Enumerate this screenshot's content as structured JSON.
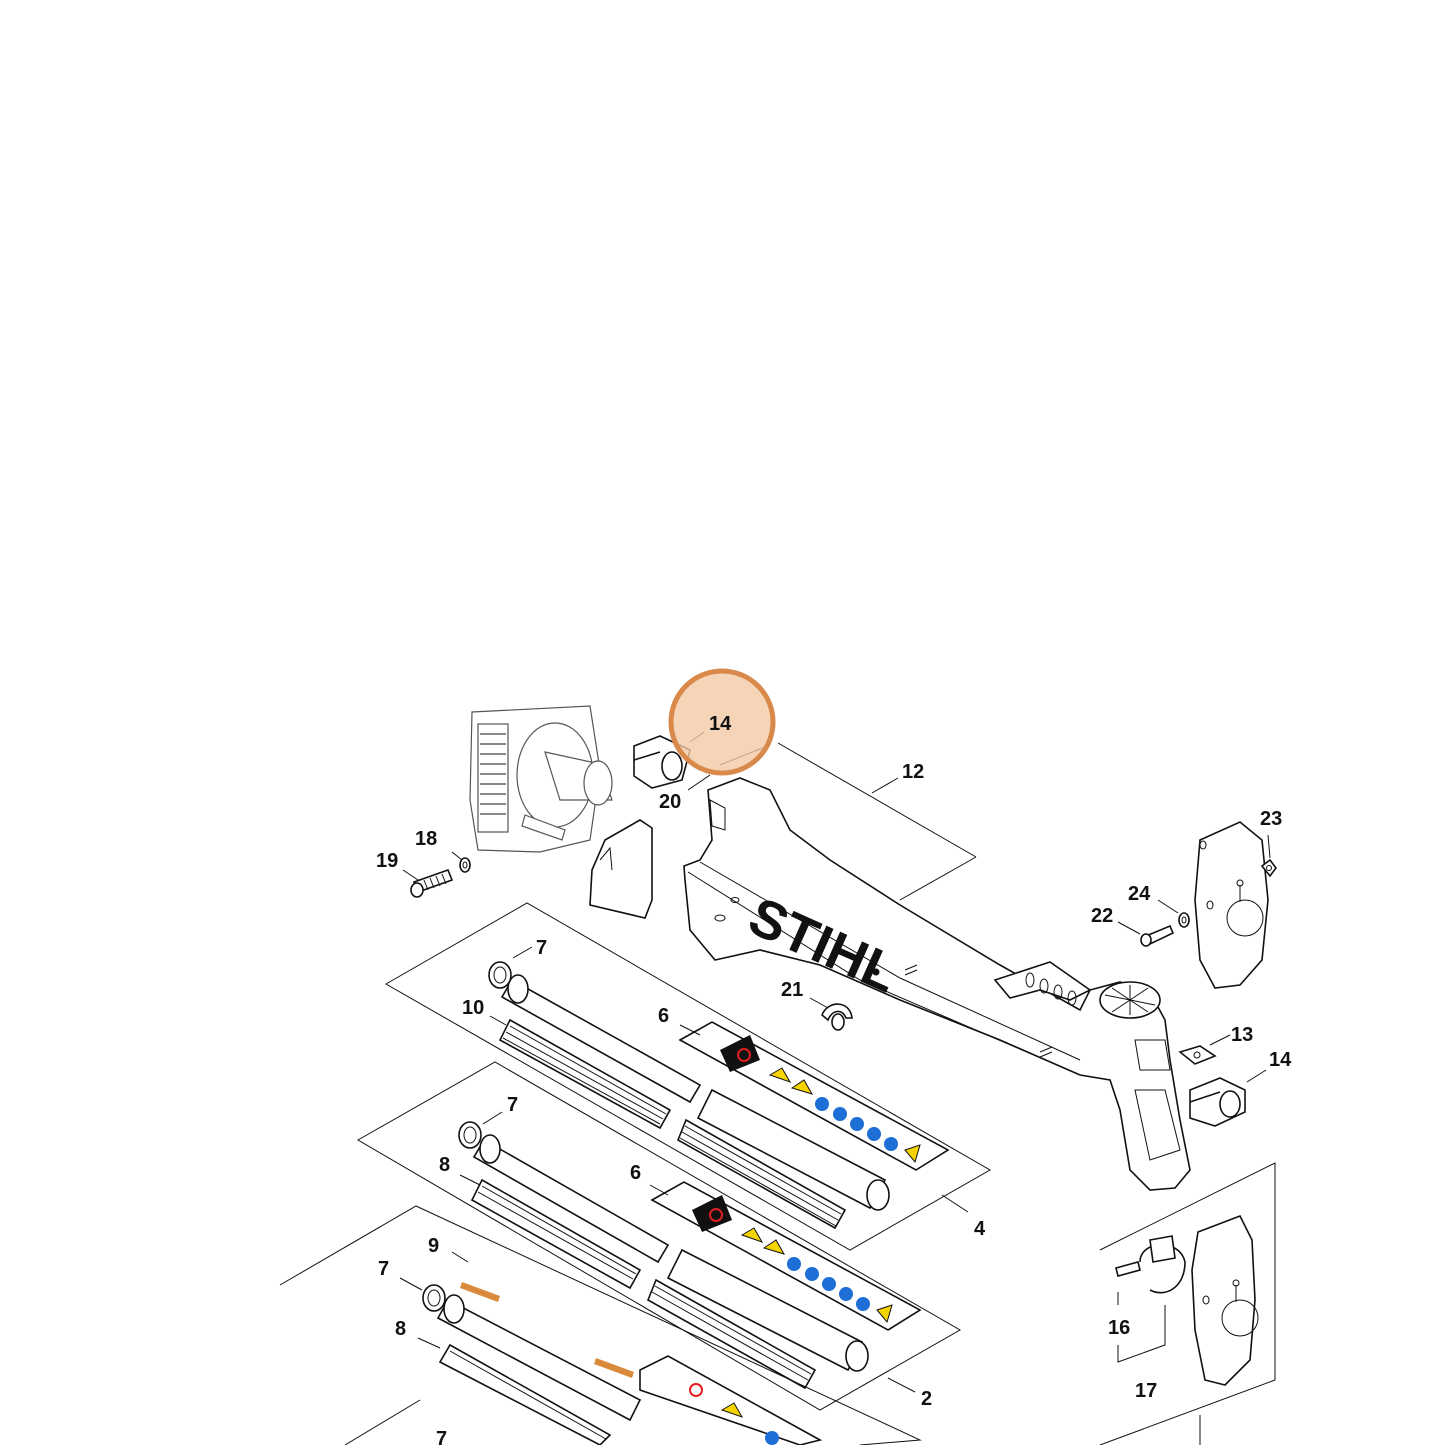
{
  "brand": {
    "logo_text": "STIHL"
  },
  "highlight": {
    "label": "14",
    "fill": "#f2c9a5",
    "stroke": "#d9894a"
  },
  "labels": {
    "l14a": "14",
    "l12": "12",
    "l20": "20",
    "l18": "18",
    "l19": "19",
    "l23": "23",
    "l24": "24",
    "l22": "22",
    "l7a": "7",
    "l10": "10",
    "l21": "21",
    "l6a": "6",
    "l13": "13",
    "l14b": "14",
    "l7b": "7",
    "l8a": "8",
    "l6b": "6",
    "l4": "4",
    "l9": "9",
    "l7c": "7",
    "l16": "16",
    "l8b": "8",
    "l2": "2",
    "l17": "17",
    "l7d": "7"
  },
  "colors": {
    "warning_yellow": "#f5d400",
    "info_blue": "#1d6fd6",
    "stripe_orange": "#d98a3a",
    "prohibit_red": "#e02020"
  }
}
